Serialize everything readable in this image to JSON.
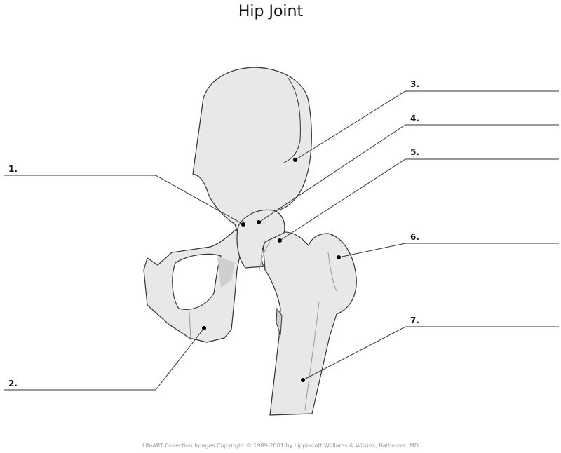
{
  "title": "Hip Joint",
  "labels": [
    {
      "number": "1.",
      "answer": ""
    },
    {
      "number": "2.",
      "answer": ""
    },
    {
      "number": "3.",
      "answer": ""
    },
    {
      "number": "4.",
      "answer": ""
    },
    {
      "number": "5.",
      "answer": ""
    },
    {
      "number": "6.",
      "answer": ""
    },
    {
      "number": "7.",
      "answer": ""
    }
  ],
  "credit": "LifeART Collection Images Copyright © 1989-2001 by Lippincott Williams & Wilkins, Baltimore, MD",
  "colors": {
    "bone_fill": "#e8e8e8",
    "outline": "#333333",
    "shadow": "#cfcfcf"
  }
}
